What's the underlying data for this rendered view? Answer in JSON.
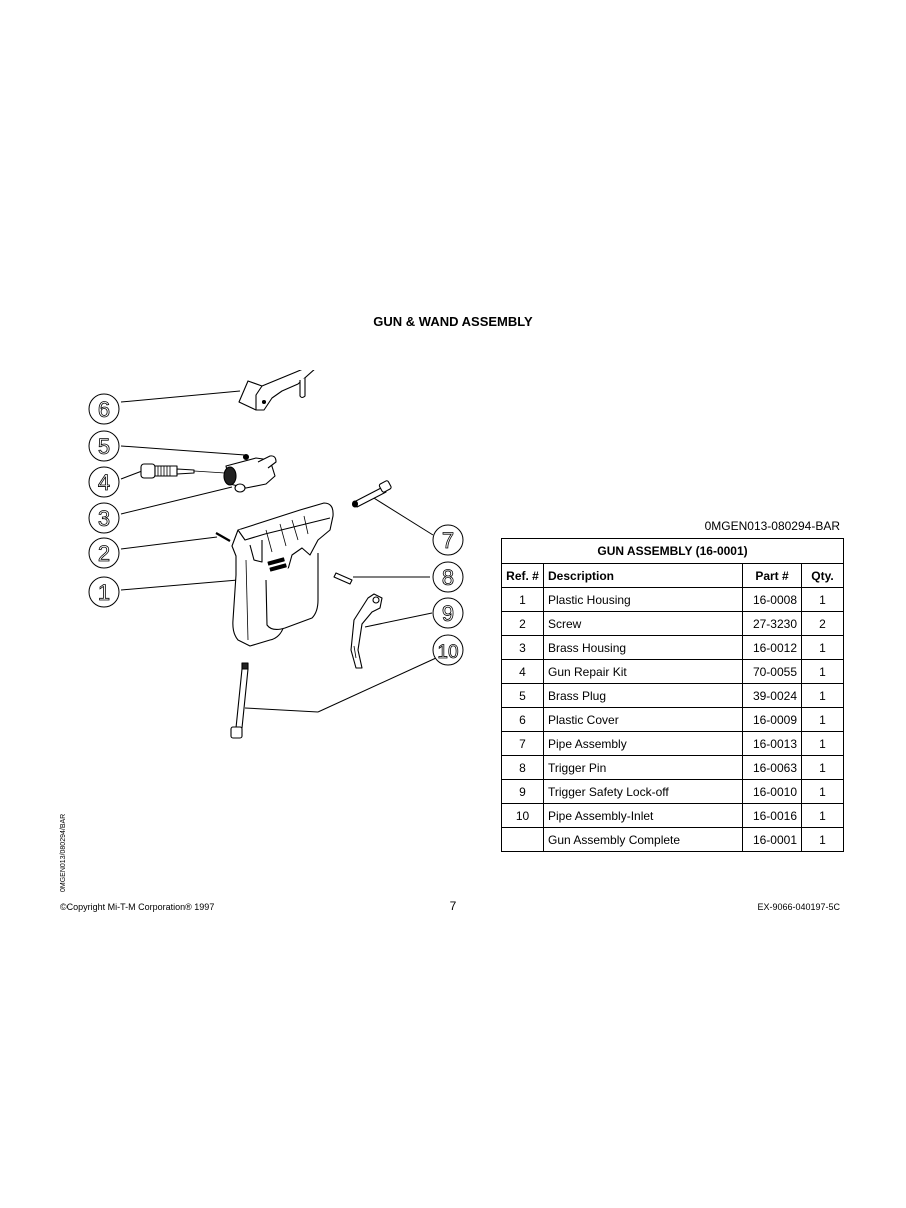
{
  "page": {
    "title": "GUN & WAND ASSEMBLY",
    "doc_code": "0MGEN013-080294-BAR",
    "side_code": "0MGEN013/080294/BAR",
    "page_number": "7",
    "copyright": "©Copyright Mi-T-M Corporation® 1997",
    "form_code": "EX-9066-040197-5C"
  },
  "diagram": {
    "callouts": [
      {
        "num": "6",
        "part": "Plastic Cover"
      },
      {
        "num": "5",
        "part": "Brass Plug"
      },
      {
        "num": "4",
        "part": "Gun Repair Kit"
      },
      {
        "num": "3",
        "part": "Brass Housing"
      },
      {
        "num": "2",
        "part": "Screw"
      },
      {
        "num": "1",
        "part": "Plastic Housing"
      },
      {
        "num": "7",
        "part": "Pipe Assembly"
      },
      {
        "num": "8",
        "part": "Trigger Pin"
      },
      {
        "num": "9",
        "part": "Trigger Safety Lock-off"
      },
      {
        "num": "10",
        "part": "Pipe Assembly-Inlet"
      }
    ]
  },
  "table": {
    "title": "GUN ASSEMBLY (16-0001)",
    "headers": {
      "ref": "Ref. #",
      "desc": "Description",
      "part": "Part #",
      "qty": "Qty."
    },
    "rows": [
      {
        "ref": "1",
        "desc": "Plastic Housing",
        "part": "16-0008",
        "qty": "1"
      },
      {
        "ref": "2",
        "desc": "Screw",
        "part": "27-3230",
        "qty": "2"
      },
      {
        "ref": "3",
        "desc": "Brass Housing",
        "part": "16-0012",
        "qty": "1"
      },
      {
        "ref": "4",
        "desc": "Gun Repair Kit",
        "part": "70-0055",
        "qty": "1"
      },
      {
        "ref": "5",
        "desc": "Brass Plug",
        "part": "39-0024",
        "qty": "1"
      },
      {
        "ref": "6",
        "desc": "Plastic Cover",
        "part": "16-0009",
        "qty": "1"
      },
      {
        "ref": "7",
        "desc": "Pipe Assembly",
        "part": "16-0013",
        "qty": "1"
      },
      {
        "ref": "8",
        "desc": "Trigger Pin",
        "part": "16-0063",
        "qty": "1"
      },
      {
        "ref": "9",
        "desc": "Trigger Safety Lock-off",
        "part": "16-0010",
        "qty": "1"
      },
      {
        "ref": "10",
        "desc": "Pipe Assembly-Inlet",
        "part": "16-0016",
        "qty": "1"
      },
      {
        "ref": "",
        "desc": "Gun Assembly Complete",
        "part": "16-0001",
        "qty": "1"
      }
    ]
  }
}
